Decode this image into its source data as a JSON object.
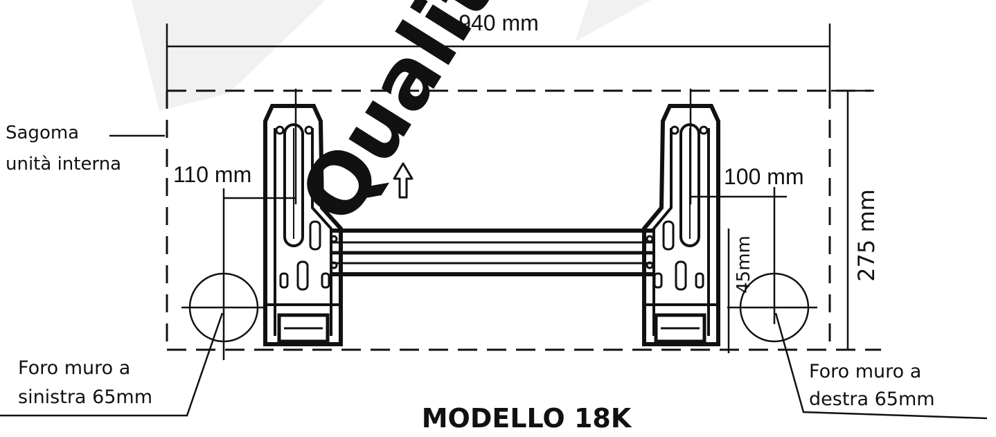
{
  "diagram": {
    "title": "MODELLO 18K",
    "dimensions": {
      "width": "940 mm",
      "height": "275 mm",
      "left_offset": "110 mm",
      "right_offset": "100 mm",
      "hole_height": "45mm"
    },
    "labels": {
      "outline_line1": "Sagoma",
      "outline_line2": "unità interna",
      "left_hole_line1": "Foro muro a",
      "left_hole_line2": "sinistra 65mm",
      "right_hole_line1": "Foro muro a",
      "right_hole_line2": "destra 65mm"
    },
    "watermark": "Quality",
    "colors": {
      "line": "#111111",
      "watermark": "#ececec"
    }
  }
}
